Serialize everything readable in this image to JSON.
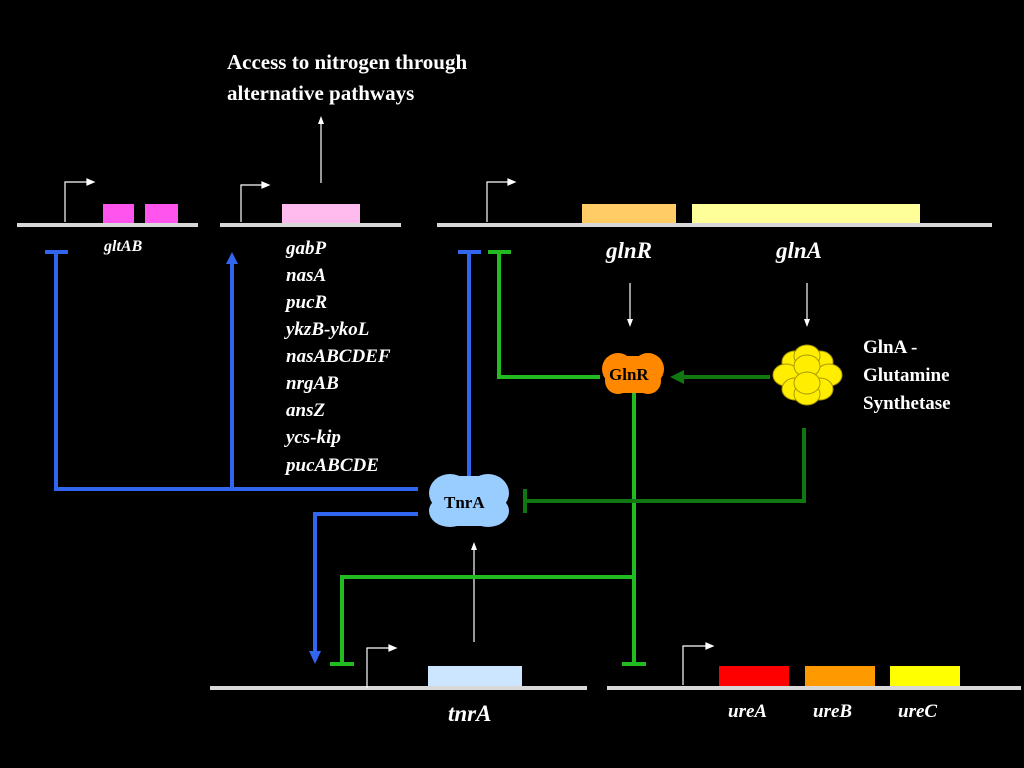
{
  "header": {
    "line1": "Access to nitrogen through",
    "line2": "alternative pathways"
  },
  "genes": {
    "gltAB": "gltAB",
    "targets": [
      "gabP",
      "nasA",
      "pucR",
      "ykzB-ykoL",
      "nasABCDEF",
      "nrgAB",
      "ansZ",
      "ycs-kip",
      "pucABCDE"
    ],
    "glnR": "glnR",
    "glnA": "glnA",
    "tnrA": "tnrA",
    "ureA": "ureA",
    "ureB": "ureB",
    "ureC": "ureC"
  },
  "proteins": {
    "glnR": "GlnR",
    "tnrA": "TnrA",
    "glnA_desc": [
      "GlnA  -",
      "Glutamine",
      "Synthetase"
    ]
  },
  "colors": {
    "repressor_blue": "#3366ee",
    "activator_green": "#22bb22",
    "dark_green": "#117711",
    "gltAB": "#ff55ee",
    "targets": "#ffbbee",
    "glnR_gene": "#ffcc66",
    "glnA_gene": "#ffff99",
    "tnrA_gene": "#cce6ff",
    "ureA": "#ff0000",
    "ureB": "#ff9900",
    "ureC": "#ffff00",
    "glnR_protein": "#ff8800",
    "tnrA_protein": "#99ccff",
    "glnA_protein": "#ffee00"
  }
}
